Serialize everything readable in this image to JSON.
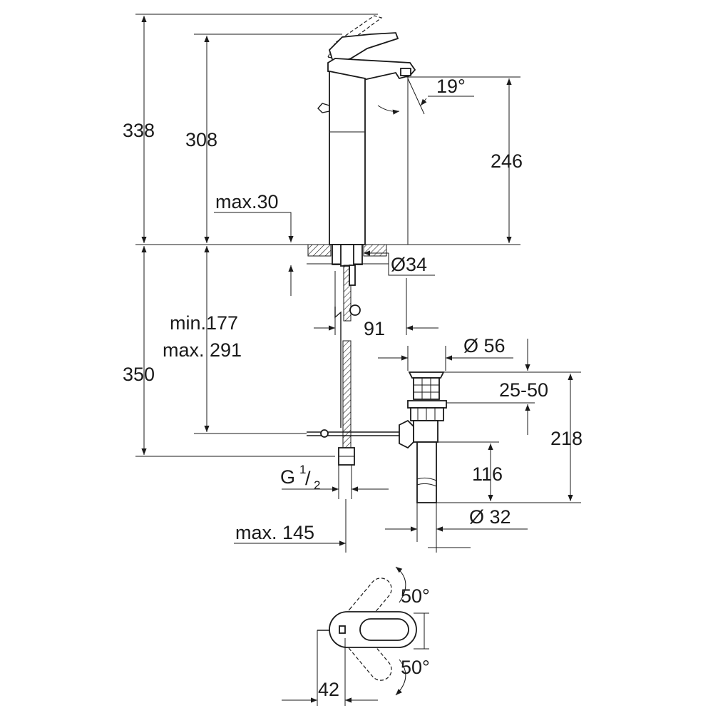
{
  "diagram": {
    "dim_338": "338",
    "dim_308": "308",
    "dim_350": "350",
    "dim_max30": "max.30",
    "dim_min177": "min.177",
    "dim_max291": "max. 291",
    "dim_angle19": "19°",
    "dim_246": "246",
    "dim_dia34": "Ø34",
    "dim_91": "91",
    "dim_dia56": "Ø 56",
    "dim_25_50": "25-50",
    "dim_218": "218",
    "dim_116": "116",
    "dim_dia32": "Ø 32",
    "dim_g_main": "G",
    "dim_g_num": "1",
    "dim_g_den": "/",
    "dim_g_sub": "2",
    "dim_max145": "max. 145",
    "dim_angle50_top": "50°",
    "dim_angle50_bottom": "50°",
    "dim_42": "42"
  }
}
